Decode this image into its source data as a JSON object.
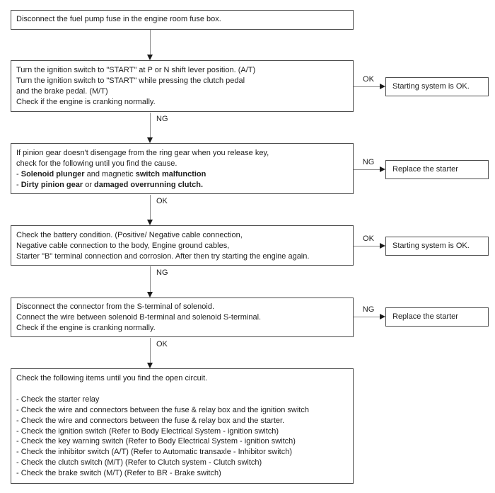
{
  "boxes": {
    "step1": {
      "lines": [
        "Disconnect the fuel pump fuse in the engine room fuse box."
      ]
    },
    "step2": {
      "lines": [
        "Turn the ignition switch to \"START\" at P or N shift lever position. (A/T)",
        "Turn the ignition switch to \"START\" while pressing the clutch pedal",
        "and the brake pedal. (M/T)",
        "Check if the engine is cranking normally."
      ]
    },
    "step3": {
      "lines": [
        "If pinion gear doesn't disengage from the ring gear when you release key,",
        "check for the following until you find the cause."
      ],
      "item1": {
        "pre": "- ",
        "bold1": "Solenoid plunger",
        "mid": " and magnetic ",
        "bold2": "switch malfunction"
      },
      "item2": {
        "pre": "- ",
        "bold1": "Dirty pinion gear",
        "mid": " or ",
        "bold2": "damaged overrunning clutch."
      }
    },
    "step4": {
      "lines": [
        "Check the battery condition. (Positive/ Negative cable connection,",
        "Negative cable connection to the body, Engine ground cables,",
        "Starter \"B\" terminal connection and corrosion. After then try starting the engine again."
      ]
    },
    "step5": {
      "lines": [
        "Disconnect the connector from the S-terminal of solenoid.",
        "Connect the wire between solenoid B-terminal and solenoid S-terminal.",
        "Check if the engine is cranking normally."
      ]
    },
    "step6": {
      "lines": [
        "Check the following items until you find the open circuit.",
        "",
        "- Check the starter relay",
        "- Check the wire and connectors between the fuse & relay box and the ignition switch",
        "- Check the wire and connectors between the fuse & relay box and the starter.",
        "- Check the ignition switch (Refer to Body Electrical System - ignition switch)",
        "- Check the key warning switch (Refer to Body Electrical System - ignition switch)",
        "- Check the inhibitor switch (A/T) (Refer to Automatic transaxle - Inhibitor switch)",
        "- Check the clutch switch (M/T) (Refer to Clutch system - Clutch switch)",
        "- Check the brake switch (M/T) (Refer to BR - Brake switch)"
      ]
    }
  },
  "arrows": {
    "down": [
      {
        "label": ""
      },
      {
        "label": "NG"
      },
      {
        "label": "OK"
      },
      {
        "label": "NG"
      },
      {
        "label": "OK"
      }
    ],
    "side": [
      {
        "label": "OK",
        "result": "Starting system is OK."
      },
      {
        "label": "NG",
        "result": "Replace the starter"
      },
      {
        "label": "OK",
        "result": "Starting system is OK."
      },
      {
        "label": "NG",
        "result": "Replace the starter"
      }
    ]
  },
  "colors": {
    "background": "#ffffff",
    "box_border": "#4d4d4d",
    "connector_line": "#8c8c8c",
    "arrowhead": "#1a1a1a",
    "text": "#1f1f1f"
  }
}
